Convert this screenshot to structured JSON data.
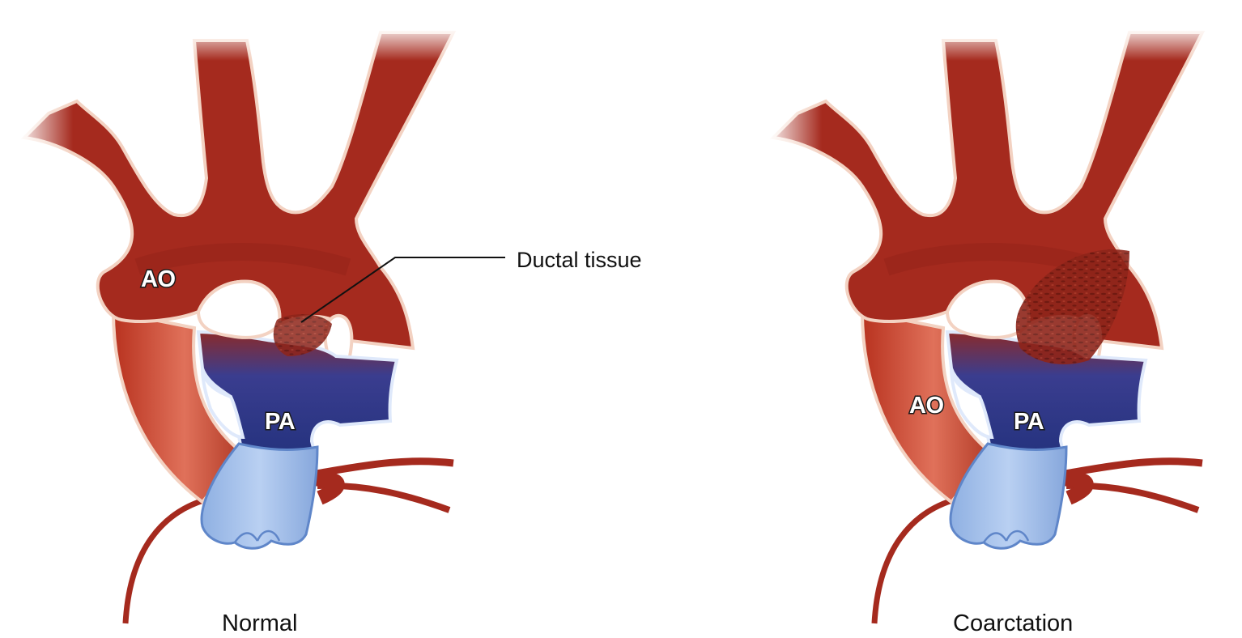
{
  "panels": [
    {
      "caption": "Normal",
      "ao_label": "AO",
      "pa_label": "PA"
    },
    {
      "caption": "Coarctation",
      "ao_label": "AO",
      "pa_label": "PA"
    }
  ],
  "callout": {
    "label": "Ductal tissue"
  },
  "colors": {
    "artery": "#a52a1e",
    "artery_light": "#d76048",
    "vessel_outline": "#f3d2c2",
    "pulmonary": "#2a3a8c",
    "pulmonary_light": "#a9c4ec",
    "pulmonary_outline": "#dfe9fb",
    "ductal_tissue": "#7d1e17"
  }
}
